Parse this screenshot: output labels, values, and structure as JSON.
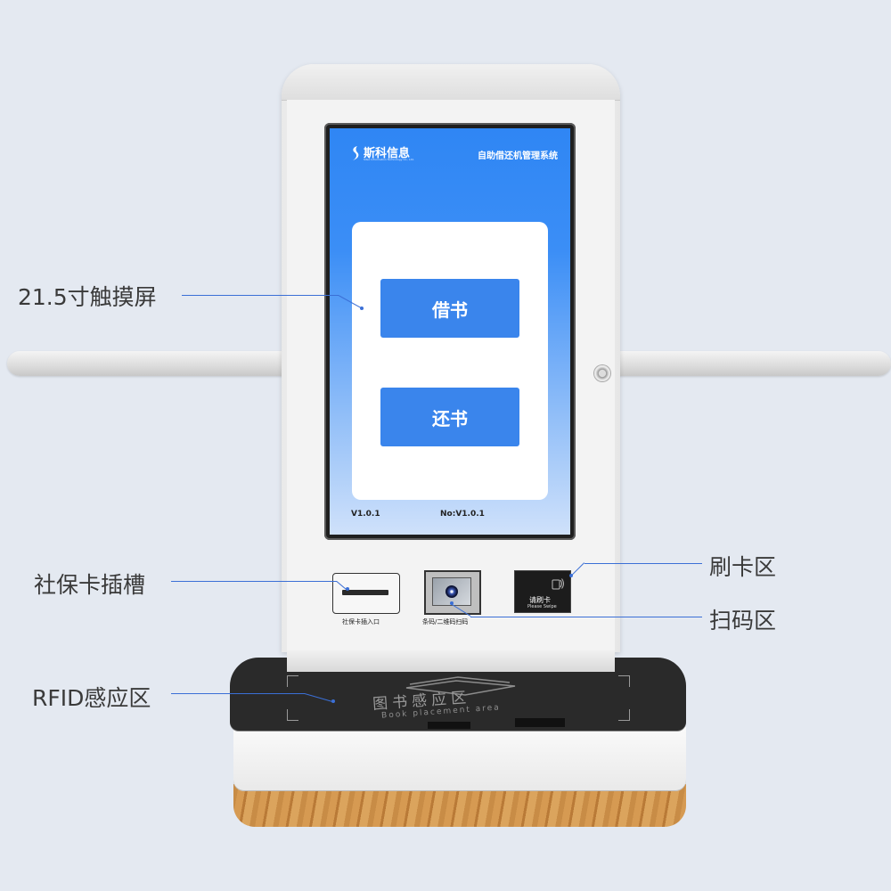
{
  "screen": {
    "brand_name": "斯科信息",
    "brand_subtitle": "Sitec Information Technology Co., Ltd.",
    "system_title": "自助借还机管理系统",
    "borrow_label": "借书",
    "return_label": "还书",
    "version_left": "V1.0.1",
    "version_right": "No:V1.0.1"
  },
  "panel": {
    "social_card_slot_label": "社保卡插入口",
    "scanner_label": "条码/二维码扫码",
    "swipe_label": "请刷卡",
    "swipe_label_en": "Please Swipe"
  },
  "base": {
    "placement_text": "图书感应区",
    "placement_text_en": "Book placement area"
  },
  "callouts": {
    "touchscreen": "21.5寸触摸屏",
    "card_slot": "社保卡插槽",
    "rfid": "RFID感应区",
    "card_swipe": "刷卡区",
    "scan": "扫码区"
  },
  "colors": {
    "background": "#e4e9f1",
    "screen_blue": "#2f86f4",
    "button_blue": "#3a85ec",
    "callout_line": "#3b6fd6"
  }
}
